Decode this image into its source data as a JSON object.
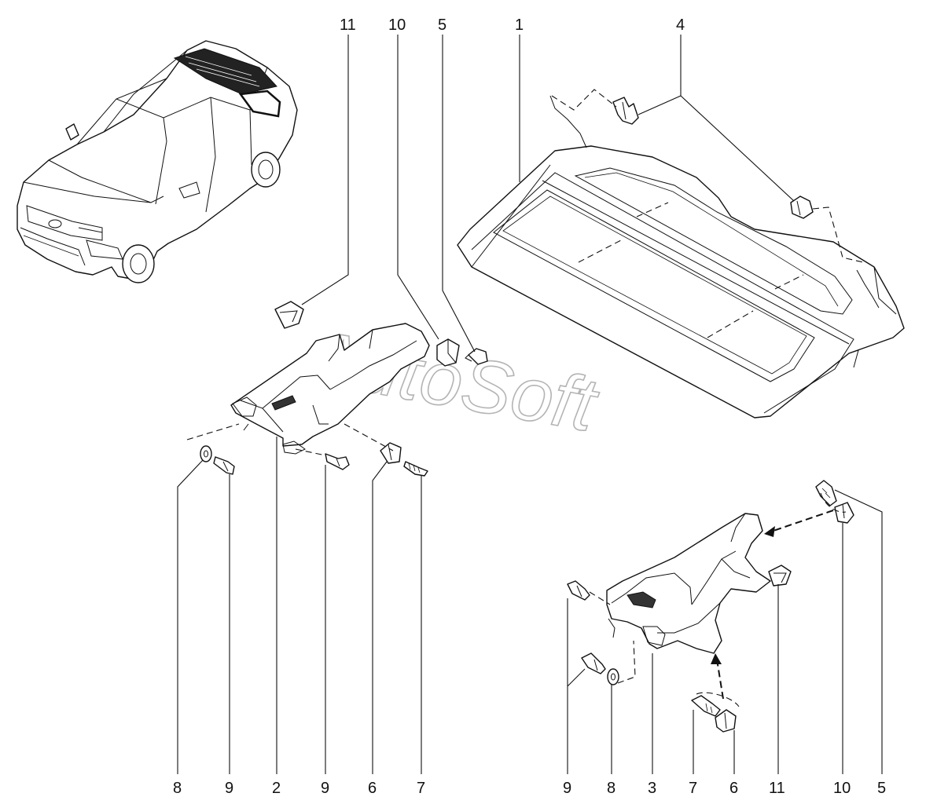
{
  "watermark": "AutoSoft",
  "callouts": {
    "top_11": "11",
    "top_10": "10",
    "top_5": "5",
    "top_1": "1",
    "top_4": "4",
    "left_8": "8",
    "left_9a": "9",
    "left_2": "2",
    "left_9b": "9",
    "left_6": "6",
    "left_7": "7",
    "right_9": "9",
    "right_8": "8",
    "right_3": "3",
    "right_7": "7",
    "right_6": "6",
    "right_11": "11",
    "right_10": "10",
    "right_5": "5"
  }
}
